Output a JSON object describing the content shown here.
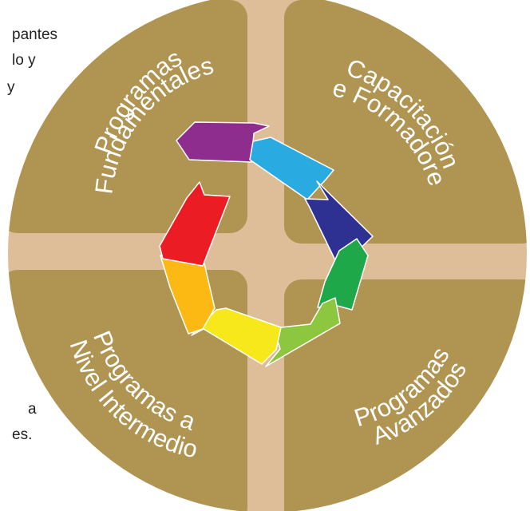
{
  "background_text": {
    "line1": "pantes",
    "line2": "lo  y",
    "line3": "y",
    "line4": "a",
    "line5": "es."
  },
  "quadrants": {
    "top_left": [
      "Programas",
      "Fundamentales"
    ],
    "top_right": [
      "Capacitación",
      "de Formadores"
    ],
    "bottom_left": [
      "Programas a",
      "Nivel Intermedio"
    ],
    "bottom_right": [
      "Programas",
      "Avanzados"
    ]
  },
  "colors": {
    "quadrant_fill": "#B09552",
    "cross_fill": "#DDBE99",
    "arrows": [
      "#8E2D8E",
      "#29ABE2",
      "#2E3192",
      "#1FA84A",
      "#8DC63F",
      "#F7E81C",
      "#FDB913",
      "#EC1C24"
    ]
  }
}
